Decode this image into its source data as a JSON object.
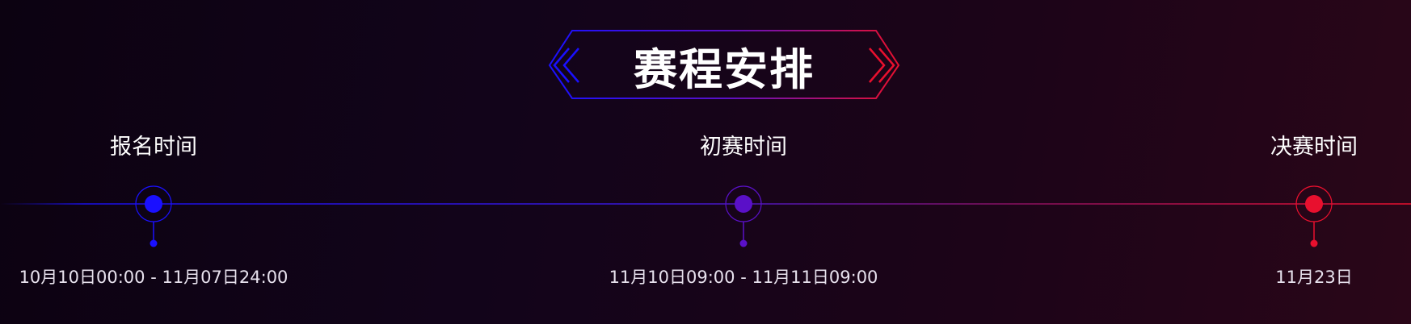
{
  "section_title": "赛程安排",
  "colors": {
    "blue": "#1a10ff",
    "purple": "#5a10c8",
    "red": "#e8102e"
  },
  "stages": [
    {
      "label": "报名时间",
      "date": "10月10日00:00 - 11月07日24:00",
      "color": "#1a10ff"
    },
    {
      "label": "初赛时间",
      "date": "11月10日09:00 - 11月11日09:00",
      "color": "#5a10c8"
    },
    {
      "label": "决赛时间",
      "date": "11月23日",
      "color": "#e8102e"
    }
  ]
}
